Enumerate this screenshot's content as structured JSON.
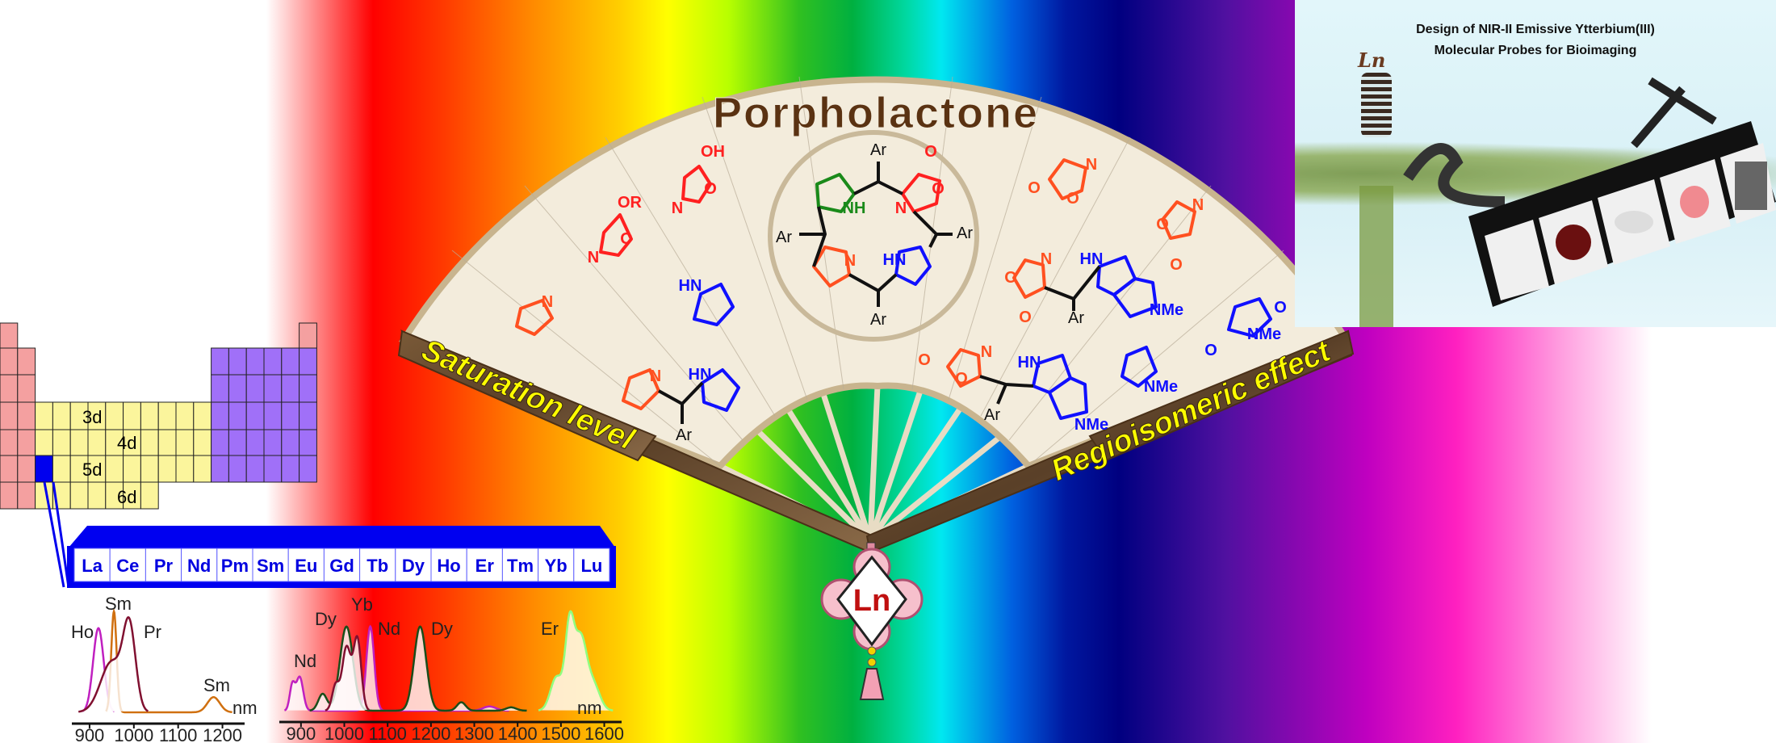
{
  "fan": {
    "title": "Porpholactone",
    "left_band": "Saturation level",
    "right_band": "Regioisomeric effect",
    "pendant_label": "Ln",
    "atom_labels": [
      "OH",
      "OR",
      "O",
      "N",
      "O",
      "N",
      "N",
      "HN",
      "N",
      "HN",
      "Ar",
      "Ar",
      "Ar",
      "Ar",
      "Ar",
      "O",
      "O",
      "N",
      "NH",
      "N",
      "HN",
      "N",
      "O",
      "O",
      "N",
      "O",
      "O",
      "N",
      "O",
      "O",
      "HN",
      "NMe",
      "Ar",
      "O",
      "NMe",
      "O",
      "O",
      "N",
      "O",
      "HN",
      "Ar",
      "NMe",
      "NMe"
    ]
  },
  "periodic_table": {
    "block_labels": [
      "3d",
      "4d",
      "5d",
      "6d"
    ],
    "lanthanides": [
      "La",
      "Ce",
      "Pr",
      "Nd",
      "Pm",
      "Sm",
      "Eu",
      "Gd",
      "Tb",
      "Dy",
      "Ho",
      "Er",
      "Tm",
      "Yb",
      "Lu"
    ]
  },
  "inset": {
    "title_line1": "Design of NIR-II  Emissive Ytterbium(III)",
    "title_line2": "Molecular Probes for Bioimaging",
    "logo_text": "Ln"
  },
  "chart_data": [
    {
      "type": "line",
      "xlabel": "nm",
      "xlim": [
        860,
        1250
      ],
      "xticks": [
        900,
        1000,
        1100,
        1200
      ],
      "series": [
        {
          "name": "Ho",
          "color": "#c020c0",
          "peaks": [
            [
              920,
              1.0,
              12
            ]
          ]
        },
        {
          "name": "Sm",
          "color": "#d07010",
          "peaks": [
            [
              955,
              1.2,
              6
            ],
            [
              1180,
              0.18,
              14
            ]
          ]
        },
        {
          "name": "Pr",
          "color": "#801030",
          "peaks": [
            [
              950,
              0.6,
              25
            ],
            [
              990,
              0.95,
              14
            ]
          ]
        }
      ],
      "labels": [
        "Ho",
        "Sm",
        "Pr",
        "Sm"
      ]
    },
    {
      "type": "line",
      "xlabel": "nm",
      "xlim": [
        850,
        1640
      ],
      "xticks": [
        900,
        1000,
        1100,
        1200,
        1300,
        1400,
        1500,
        1600
      ],
      "series": [
        {
          "name": "Nd",
          "color": "#c020c0",
          "peaks": [
            [
              880,
              0.3,
              6
            ],
            [
              897,
              0.4,
              8
            ],
            [
              1060,
              1.0,
              9
            ],
            [
              1335,
              0.05,
              15
            ]
          ]
        },
        {
          "name": "Dy",
          "color": "#1a4d1a",
          "peaks": [
            [
              950,
              0.2,
              10
            ],
            [
              1005,
              1.0,
              15
            ],
            [
              1175,
              1.0,
              14
            ],
            [
              1270,
              0.1,
              10
            ],
            [
              1385,
              0.04,
              12
            ]
          ]
        },
        {
          "name": "Yb",
          "color": "#801030",
          "peaks": [
            [
              980,
              0.3,
              8
            ],
            [
              1005,
              0.75,
              10
            ],
            [
              1030,
              0.85,
              9
            ]
          ]
        },
        {
          "name": "Er",
          "color": "#90ff80",
          "peaks": [
            [
              1490,
              0.4,
              14
            ],
            [
              1520,
              0.95,
              10
            ],
            [
              1545,
              0.85,
              14
            ],
            [
              1575,
              0.3,
              15
            ]
          ]
        }
      ],
      "labels": [
        "Nd",
        "Dy",
        "Yb",
        "Nd",
        "Dy",
        "Er"
      ]
    }
  ]
}
